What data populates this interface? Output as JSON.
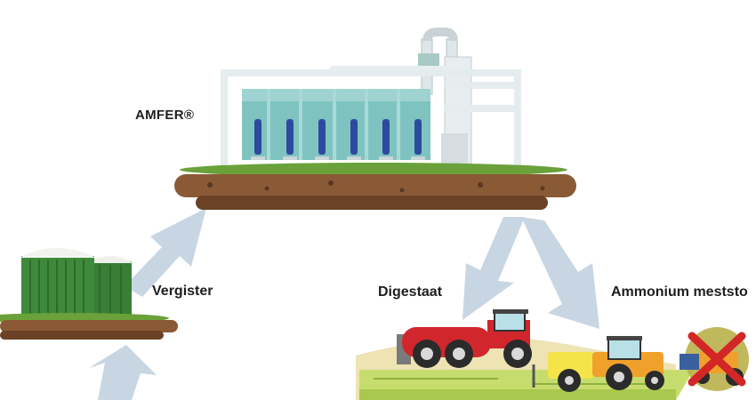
{
  "labels": {
    "amfer": "AMFER®",
    "vergister": "Vergister",
    "digestaat": "Digestaat",
    "ammonium": "Ammonium meststo"
  },
  "icons": {
    "prohibited": "red-x-prohibited-icon"
  },
  "colors": {
    "arrow": "#c7d6e2",
    "soil": "#8a5a36",
    "soil_dark": "#6b4226",
    "grass": "#6aa13a",
    "tank_water": "#7fc3c1",
    "agitator": "#2e4a9e",
    "digester_green": "#3f8a3a",
    "tractor_red": "#d1262c",
    "tractor_orange": "#f0a12b",
    "tank_yellow": "#f4e44a",
    "field_green": "#c6dd6e",
    "field_sand": "#ede3b3",
    "cross": "#d32626"
  }
}
